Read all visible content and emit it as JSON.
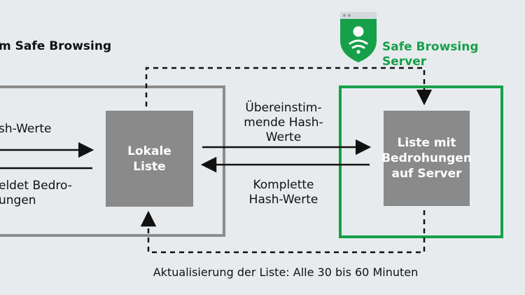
{
  "left_title": "m Safe Browsing",
  "server_title": "Safe Browsing Server",
  "left_text_top": "sh-Werte",
  "left_text_bottom": "eldet Bedro-\nungen",
  "local_list_label": "Lokale\nListe",
  "server_list_label": "Liste mit\nBedrohungen\nauf Server",
  "matching_hashes_label": "Übereinstim-\nmende Hash-\nWerte",
  "full_hashes_label": "Komplette\nHash-Werte",
  "update_label": "Aktualisierung der Liste: Alle 30 bis 60 Minuten",
  "icons": {
    "server": "shield-signal-icon"
  },
  "colors": {
    "background": "#e8ebee",
    "client_frame": "#8c8c8c",
    "server_frame": "#16a04a",
    "list_box": "#8a8a8a",
    "shield": "#16a04a",
    "brand_text": "#16a04a"
  }
}
